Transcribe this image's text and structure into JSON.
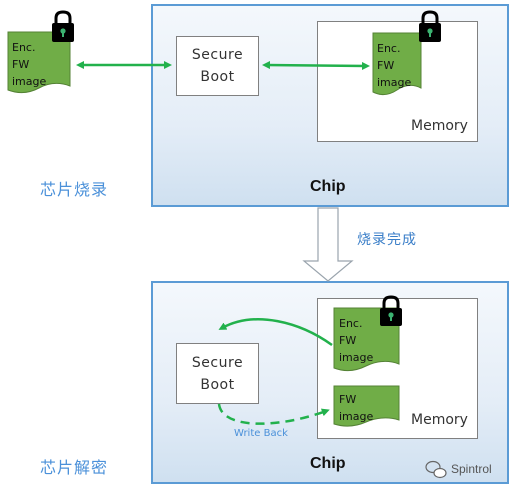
{
  "top": {
    "left_doc": {
      "line1": "Enc.",
      "line2": "FW",
      "line3": "image"
    },
    "secure_boot": {
      "line1": "Secure",
      "line2": "Boot"
    },
    "memory_doc": {
      "line1": "Enc.",
      "line2": "FW",
      "line3": "image"
    },
    "memory_label": "Memory",
    "chip_label": "Chip",
    "stage_label": "芯片烧录"
  },
  "transition": {
    "label": "烧录完成"
  },
  "bottom": {
    "secure_boot": {
      "line1": "Secure",
      "line2": "Boot"
    },
    "enc_doc": {
      "line1": "Enc.",
      "line2": "FW",
      "line3": "image"
    },
    "fw_doc": {
      "line1": "FW",
      "line2": "image"
    },
    "memory_label": "Memory",
    "write_back_label": "Write Back",
    "chip_label": "Chip",
    "stage_label": "芯片解密"
  },
  "watermark": {
    "text": "Spintrol"
  },
  "colors": {
    "doc_green": "#70ad47",
    "arrow_green": "#22b14c",
    "chip_border": "#5b9bd5",
    "label_blue": "#4a90d9",
    "lock": "#000000",
    "keyhole": "#3cb371"
  },
  "icons": {
    "lock": "lock-icon",
    "watermark": "wechat-icon"
  }
}
